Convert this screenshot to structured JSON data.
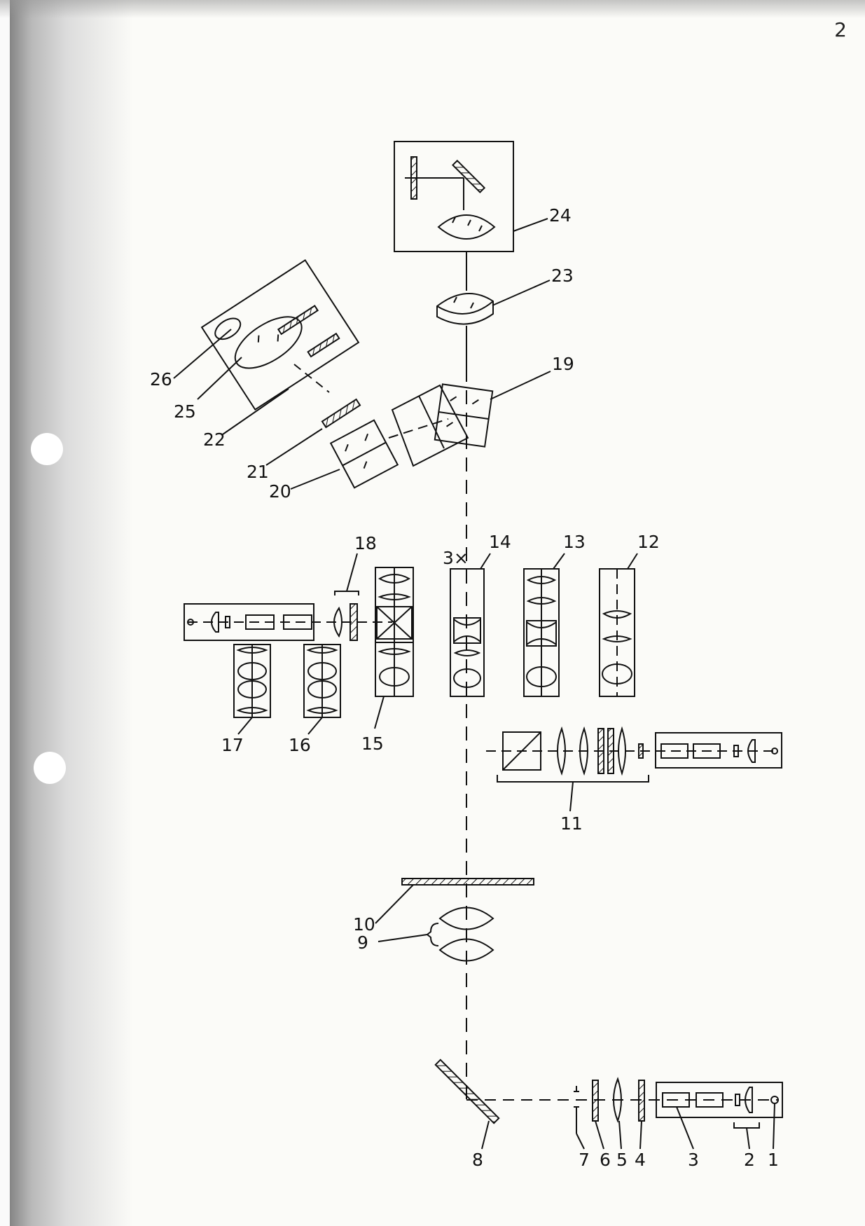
{
  "page_number": "2",
  "labels": {
    "l1": "1",
    "l2": "2",
    "l3": "3",
    "l4": "4",
    "l5": "5",
    "l6": "6",
    "l7": "7",
    "l8": "8",
    "l9": "9",
    "l10": "10",
    "l11": "11",
    "l12": "12",
    "l13": "13",
    "l14": "14",
    "l14x": "3×",
    "l15": "15",
    "l16": "16",
    "l17": "17",
    "l18": "18",
    "l19": "19",
    "l20": "20",
    "l21": "21",
    "l22": "22",
    "l23": "23",
    "l24": "24",
    "l25": "25",
    "l26": "26"
  },
  "colors": {
    "ink": "#111111",
    "paper": "#fbfbf8",
    "scan_shadow": "#8c8c8c"
  }
}
